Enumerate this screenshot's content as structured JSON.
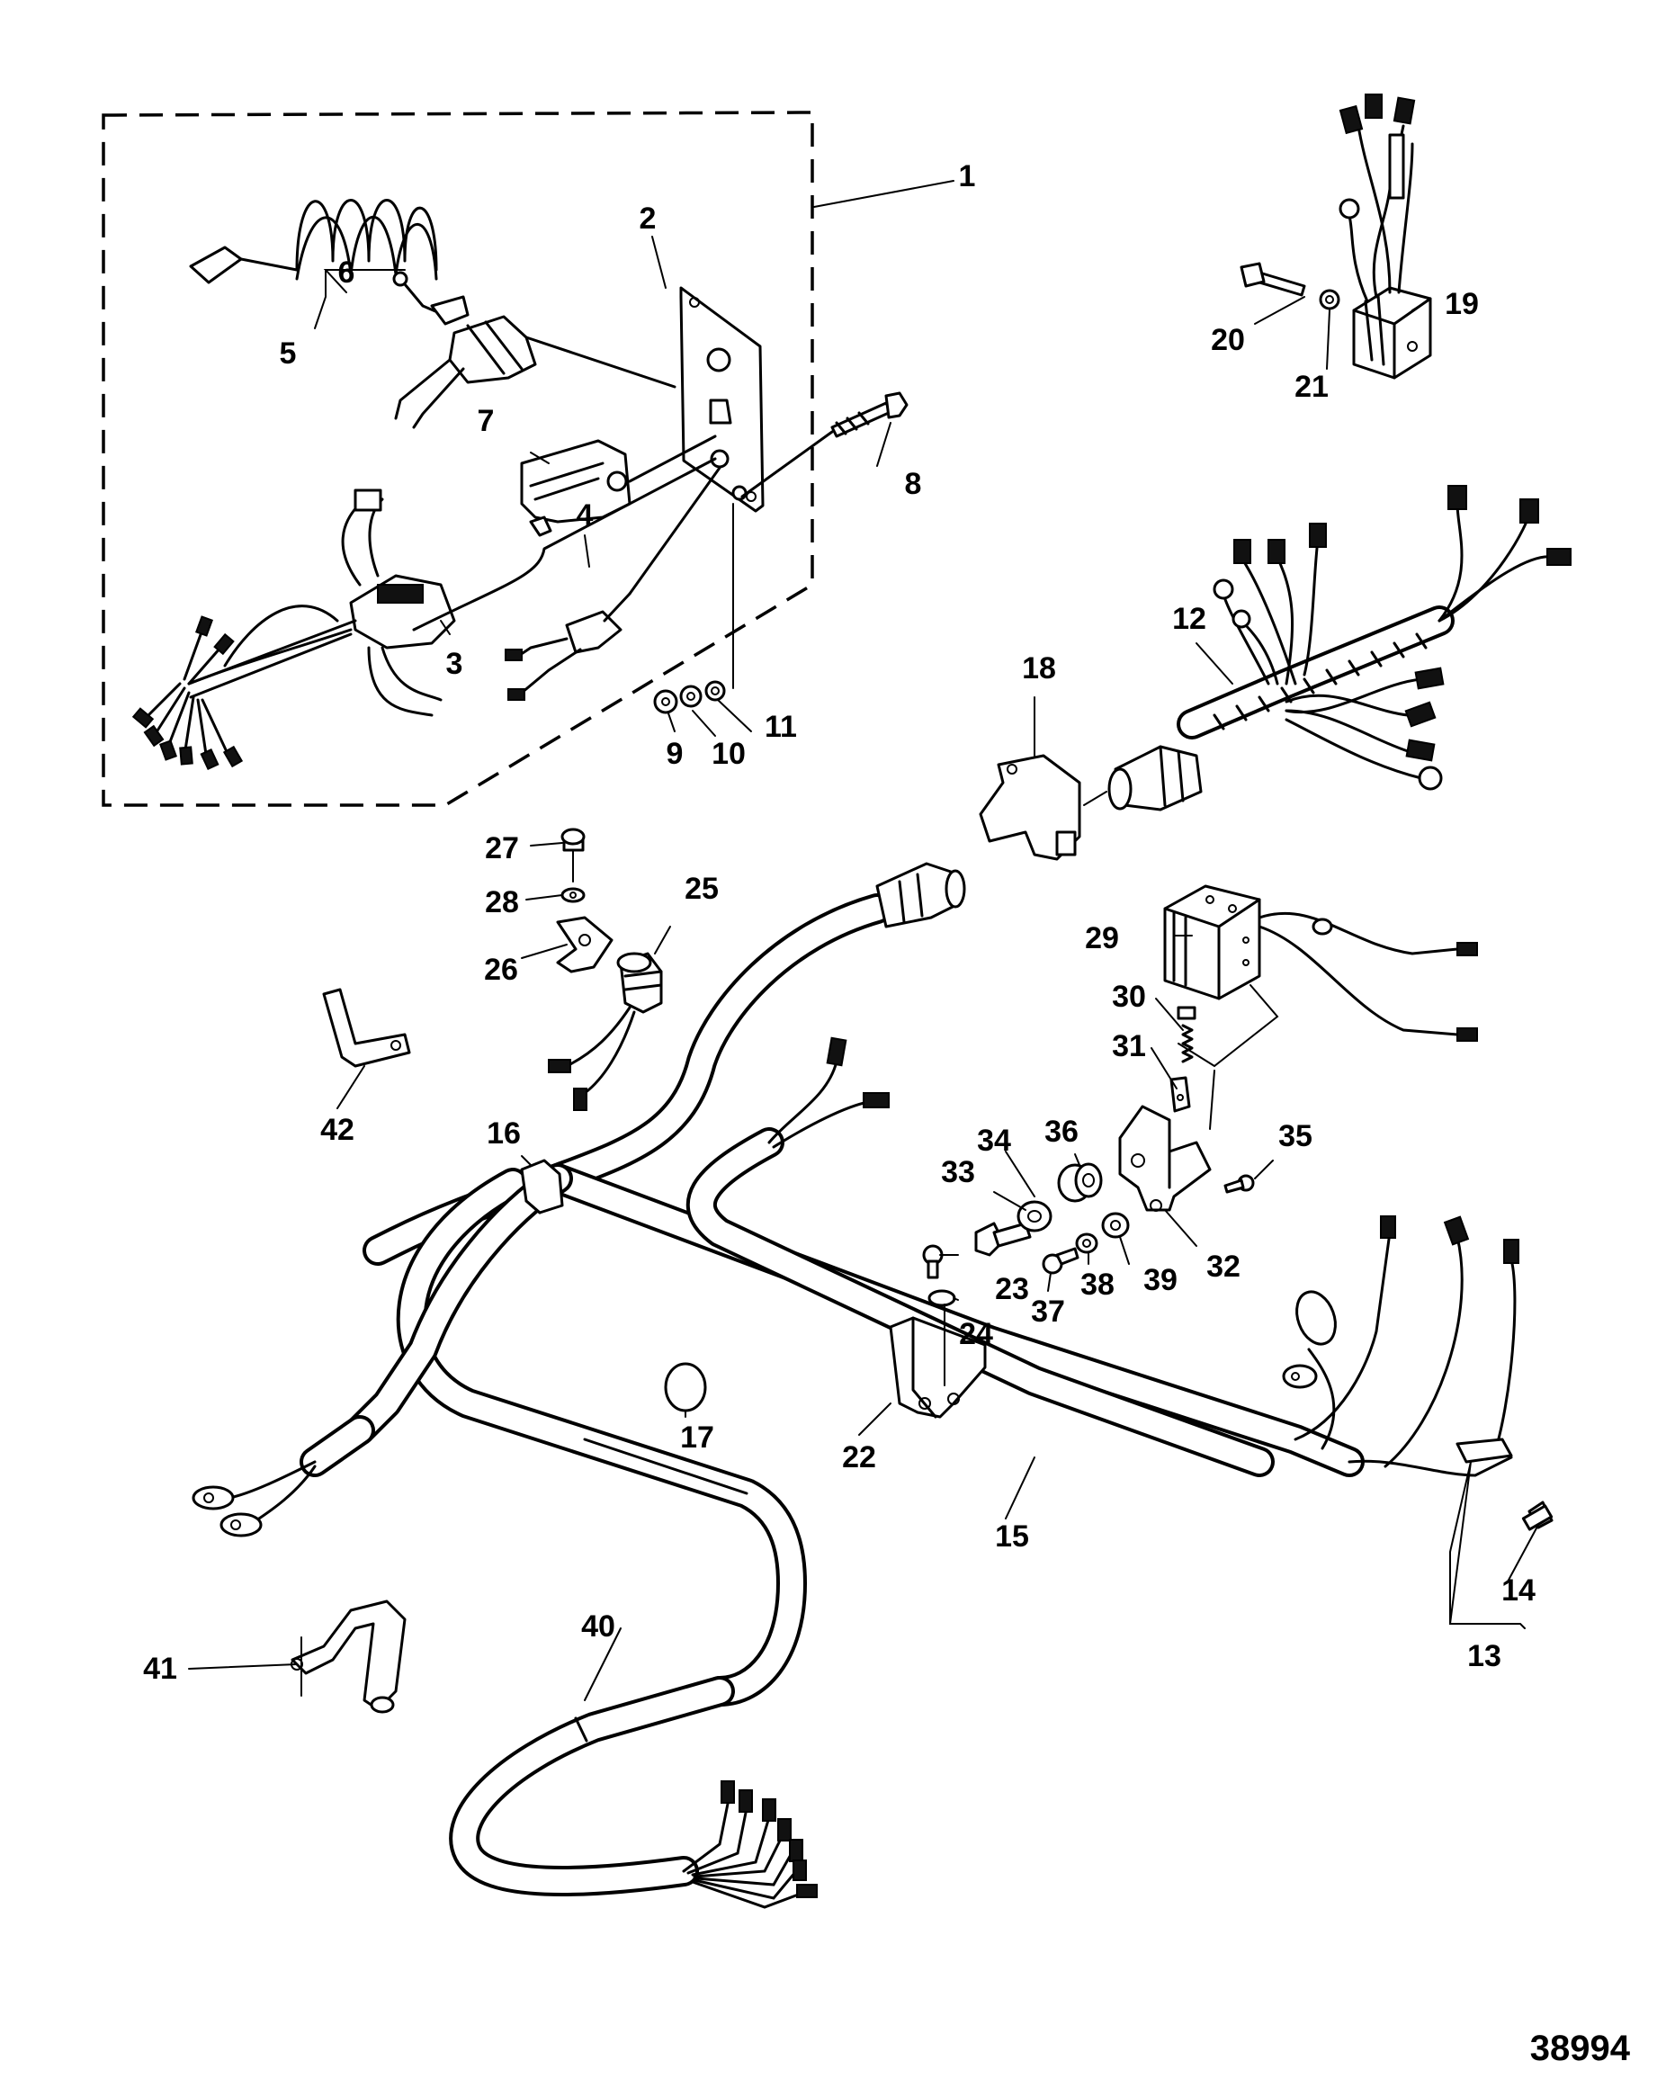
{
  "figure_id": "38994",
  "callouts": {
    "c1": "1",
    "c2": "2",
    "c3": "3",
    "c4": "4",
    "c5": "5",
    "c6": "6",
    "c7": "7",
    "c8": "8",
    "c9": "9",
    "c10": "10",
    "c11": "11",
    "c12": "12",
    "c13": "13",
    "c14": "14",
    "c15": "15",
    "c16": "16",
    "c17": "17",
    "c18": "18",
    "c19": "19",
    "c20": "20",
    "c21": "21",
    "c22": "22",
    "c23": "23",
    "c24": "24",
    "c25": "25",
    "c26": "26",
    "c27": "27",
    "c28": "28",
    "c29": "29",
    "c30": "30",
    "c31": "31",
    "c32": "32",
    "c33": "33",
    "c34": "34",
    "c35": "35",
    "c36": "36",
    "c37": "37",
    "c38": "38",
    "c39": "39",
    "c40": "40",
    "c41": "41",
    "c42": "42"
  }
}
